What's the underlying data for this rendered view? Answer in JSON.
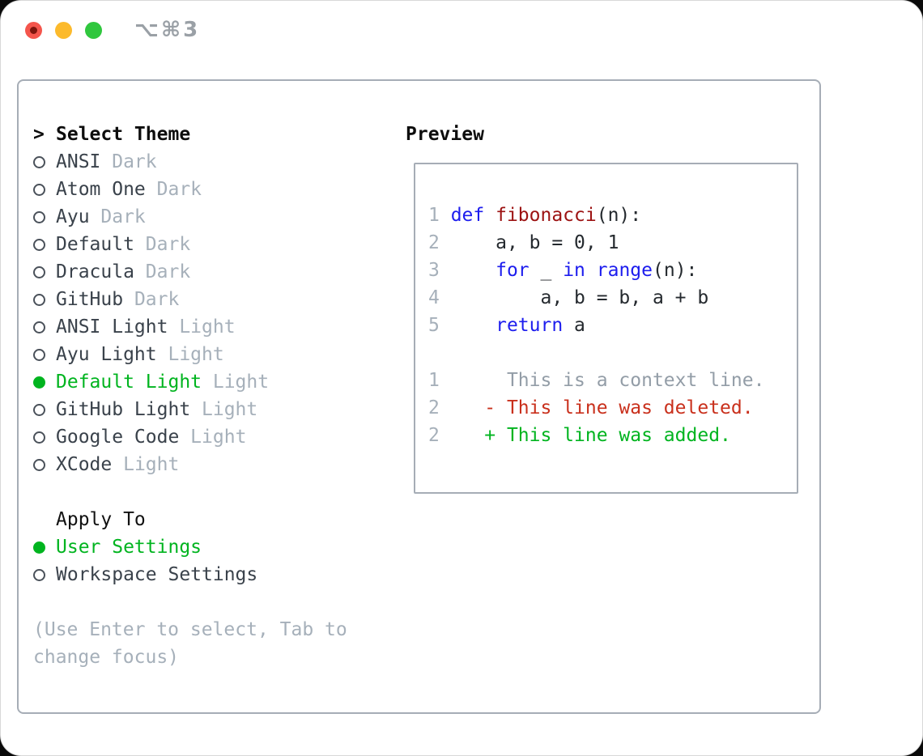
{
  "window": {
    "title": "⌥⌘3",
    "traffic_lights": {
      "close": "close",
      "minimize": "minimize",
      "zoom": "zoom"
    }
  },
  "theme_selector": {
    "prompt_char": ">",
    "title": "Select Theme",
    "items": [
      {
        "name": "ANSI",
        "variant": "Dark",
        "selected": false
      },
      {
        "name": "Atom One",
        "variant": "Dark",
        "selected": false
      },
      {
        "name": "Ayu",
        "variant": "Dark",
        "selected": false
      },
      {
        "name": "Default",
        "variant": "Dark",
        "selected": false
      },
      {
        "name": "Dracula",
        "variant": "Dark",
        "selected": false
      },
      {
        "name": "GitHub",
        "variant": "Dark",
        "selected": false
      },
      {
        "name": "ANSI Light",
        "variant": "Light",
        "selected": false
      },
      {
        "name": "Ayu Light",
        "variant": "Light",
        "selected": false
      },
      {
        "name": "Default Light",
        "variant": "Light",
        "selected": true
      },
      {
        "name": "GitHub Light",
        "variant": "Light",
        "selected": false
      },
      {
        "name": "Google Code",
        "variant": "Light",
        "selected": false
      },
      {
        "name": "XCode",
        "variant": "Light",
        "selected": false
      }
    ],
    "apply_to": {
      "title": "Apply To",
      "options": [
        {
          "label": "User Settings",
          "selected": true
        },
        {
          "label": "Workspace Settings",
          "selected": false
        }
      ]
    },
    "help_lines": [
      "(Use Enter to select, Tab to",
      "change focus)"
    ]
  },
  "preview": {
    "title": "Preview",
    "lines": [
      {
        "segments": [
          {
            "t": "1 ",
            "s": "lineno"
          },
          {
            "t": "def ",
            "s": "keyword"
          },
          {
            "t": "fibonacci",
            "s": "function"
          },
          {
            "t": "(n):",
            "s": "code"
          }
        ]
      },
      {
        "segments": [
          {
            "t": "2 ",
            "s": "lineno"
          },
          {
            "t": "    a, b = 0, 1",
            "s": "code"
          }
        ]
      },
      {
        "segments": [
          {
            "t": "3 ",
            "s": "lineno"
          },
          {
            "t": "    ",
            "s": "code"
          },
          {
            "t": "for",
            "s": "keyword"
          },
          {
            "t": " _ ",
            "s": "code"
          },
          {
            "t": "in",
            "s": "keyword"
          },
          {
            "t": " ",
            "s": "code"
          },
          {
            "t": "range",
            "s": "keyword"
          },
          {
            "t": "(n):",
            "s": "code"
          }
        ]
      },
      {
        "segments": [
          {
            "t": "4 ",
            "s": "lineno"
          },
          {
            "t": "        a, b = b, a + b",
            "s": "code"
          }
        ]
      },
      {
        "segments": [
          {
            "t": "5 ",
            "s": "lineno"
          },
          {
            "t": "    ",
            "s": "code"
          },
          {
            "t": "return",
            "s": "keyword"
          },
          {
            "t": " a",
            "s": "code"
          }
        ]
      },
      {
        "segments": []
      },
      {
        "segments": [
          {
            "t": "1",
            "s": "lineno"
          },
          {
            "t": "      This is a context line.",
            "s": "context"
          }
        ]
      },
      {
        "segments": [
          {
            "t": "2",
            "s": "lineno"
          },
          {
            "t": "    ",
            "s": "code"
          },
          {
            "t": "- This line was deleted.",
            "s": "deleted"
          }
        ]
      },
      {
        "segments": [
          {
            "t": "2",
            "s": "lineno"
          },
          {
            "t": "    ",
            "s": "code"
          },
          {
            "t": "+ This line was added.",
            "s": "added"
          }
        ]
      }
    ]
  },
  "colors": {
    "selected_green": "#00b41f",
    "added_green": "#00b41f",
    "deleted_red": "#c9301c",
    "keyword_blue": "#1d1dee",
    "function_red": "#9c1212",
    "code_text": "#24292e",
    "list_text": "#3a424b",
    "muted_gray": "#a6b0ba",
    "context_gray": "#939da7",
    "lineno_gray": "#a6b0ba",
    "panel_border": "#a6adb6"
  }
}
